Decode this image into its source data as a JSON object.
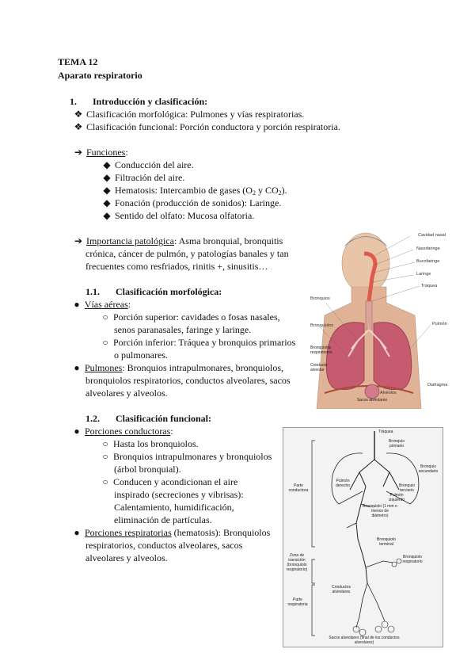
{
  "title": "TEMA 12",
  "subtitle": "Aparato respiratorio",
  "section1": {
    "num": "1.",
    "heading": "Introducción y clasificación:",
    "bullets": [
      "Clasificación morfológica: Pulmones y vías respiratorias.",
      "Clasificación funcional: Porción conductora y porción respiratoria."
    ]
  },
  "funciones": {
    "label": "Funciones",
    "colon": ":",
    "items": [
      "Conducción del aire.",
      "Filtración del aire.",
      "Hematosis: Intercambio de gases (O",
      "Fonación (producción de sonidos): Laringe.",
      "Sentido del olfato: Mucosa olfatoria."
    ],
    "hematosis_sub": "2",
    "hematosis_mid": " y CO",
    "hematosis_sub2": "2",
    "hematosis_end": ")."
  },
  "importancia": {
    "label": "Importancia patológica",
    "rest": ": Asma bronquial, bronquitis",
    "line2": "crónica, cáncer de pulmón, y patologías banales y tan",
    "line3": "frecuentes como resfriados, rinitis +, sinusitis…"
  },
  "sub11": {
    "num": "1.1.",
    "heading": "Clasificación morfológica:",
    "vias_label": "Vías aéreas",
    "vias_colon": ":",
    "vias_items": [
      [
        "Porción superior: cavidades o fosas nasales,",
        "senos paranasales, faringe y laringe."
      ],
      [
        "Porción inferior: Tráquea y bronquios primarios",
        "o pulmonares."
      ]
    ],
    "pulmones_label": "Pulmones",
    "pulmones_lines": [
      ": Bronquios intrapulmonares, bronquiolos,",
      "bronquiolos respiratorios, conductos alveolares, sacos",
      "alveolares y alveolos."
    ]
  },
  "sub12": {
    "num": "1.2.",
    "heading": "Clasificación funcional:",
    "cond_label": "Porciones conductoras",
    "cond_colon": ":",
    "cond_items": [
      [
        "Hasta los bronquiolos."
      ],
      [
        "Bronquios intrapulmonares y bronquiolos",
        "(árbol bronquial)."
      ],
      [
        "Conducen y acondicionan el aire",
        "inspirado (secreciones y vibrisas):",
        "Calentamiento, humidificación,",
        "eliminación de partículas."
      ]
    ],
    "resp_label": "Porciones respiratorias",
    "resp_lines": [
      " (hematosis): Bronquiolos",
      "respiratorios, conductos alveolares, sacos",
      "alveolares y alveolos."
    ]
  },
  "figure1": {
    "labels": [
      "Cavidad nasal",
      "Nasofaringe",
      "Bucofaringe",
      "Laringe",
      "Tráquea",
      "Bronquios",
      "Bronquiolos",
      "Pulmón",
      "Bronquiolos respiratorios",
      "Conducto alveolar",
      "Alvéolos",
      "Diafragma",
      "Sacos alveolares"
    ]
  },
  "figure2": {
    "labels": [
      "Tráquea",
      "Bronquio primario",
      "Bronquio secundario",
      "Bronquio terciario",
      "Pulmón derecho",
      "Pulmón izquierdo",
      "Parte conductora",
      "Bronquiolo (1 mm o menos de diámetro)",
      "Bronquiolo terminal",
      "Zona de transición (bronquiolo respiratorio)",
      "Bronquiolo respiratorio",
      "Conductos alveolares",
      "Parte respiratoria",
      "Sacos alveolares (final de los conductos alveolares)"
    ]
  }
}
